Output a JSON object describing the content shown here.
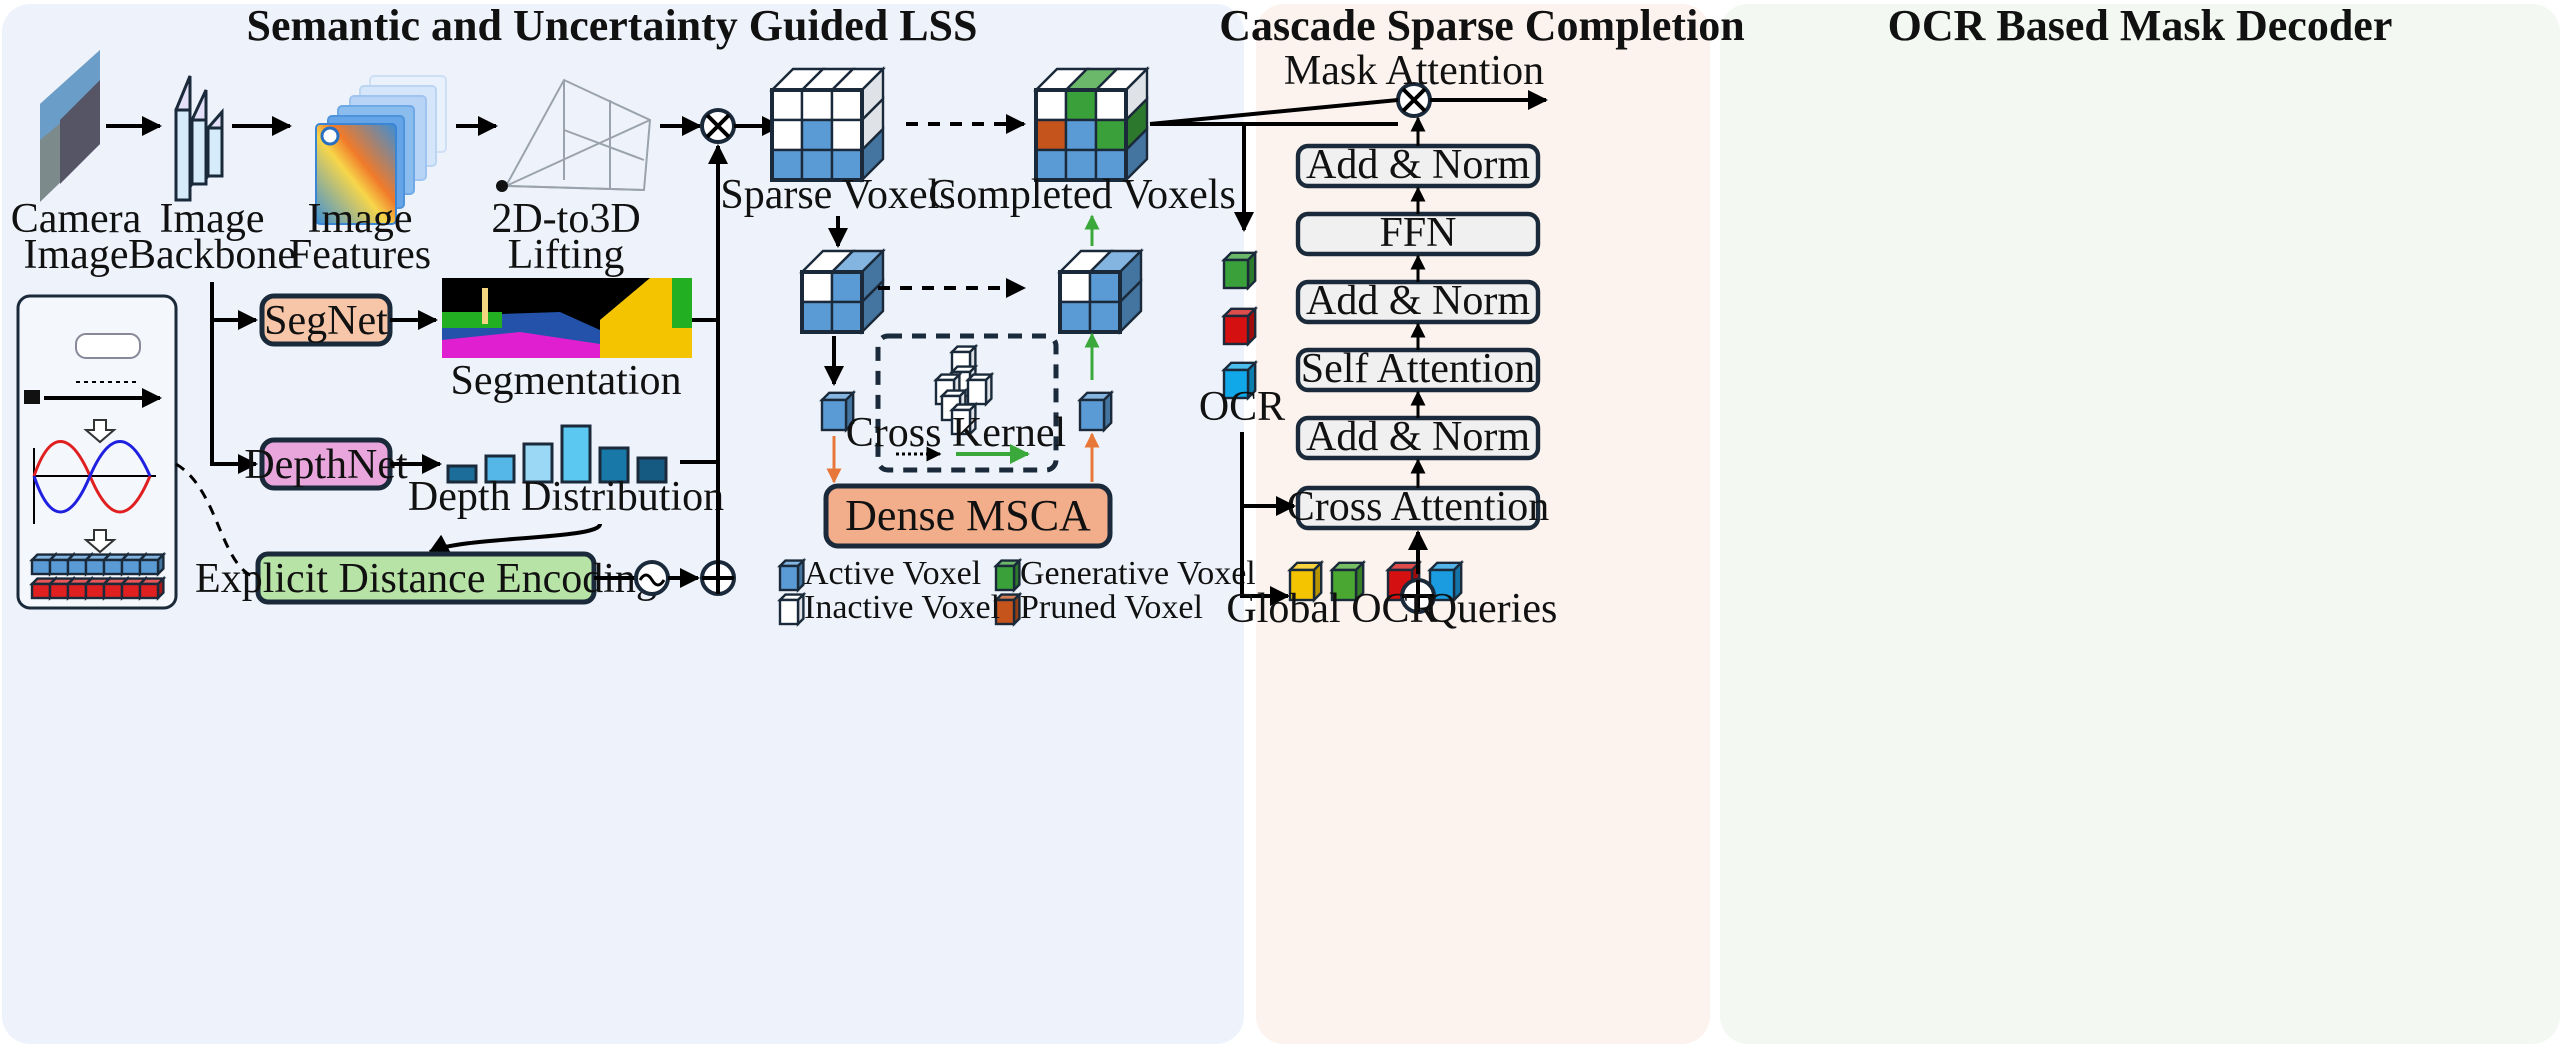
{
  "panels": {
    "lss": {
      "title": "Semantic and Uncertainty Guided LSS",
      "bg": "#eef3fb"
    },
    "csc": {
      "title": "Cascade Sparse Completion",
      "bg": "#fcf3ee"
    },
    "ocr": {
      "title": "OCR Based Mask Decoder",
      "bg": "#f3f8f2"
    }
  },
  "lss": {
    "camera_image": [
      "Camera",
      "Image"
    ],
    "image_backbone": [
      "Image",
      "Backbone"
    ],
    "image_features": [
      "Image",
      "Features"
    ],
    "lifting": [
      "2D-to3D",
      "Lifting"
    ],
    "segnet": "SegNet",
    "segmentation": "Segmentation",
    "depthnet": "DepthNet",
    "depth_distribution": "Depth Distribution",
    "explicit_distance_encoding": "Explicit Distance Encoding",
    "colors": {
      "segnet": "#f7c6a9",
      "depthnet": "#e8a6dd",
      "ede": "#b8e3a6"
    }
  },
  "csc": {
    "sparse_voxels": "Sparse Voxels",
    "completed_voxels": "Completed Voxels",
    "cross_kernel": "Cross Kernel",
    "dense_msca": "Dense MSCA",
    "legend": [
      {
        "label": "Active Voxel",
        "color": "#5b9bd5"
      },
      {
        "label": "Generative Voxel",
        "color": "#3aa03a"
      },
      {
        "label": "Inactive Voxel",
        "color": "#ffffff"
      },
      {
        "label": "Pruned Voxel",
        "color": "#c4531c"
      }
    ]
  },
  "ocr": {
    "mask_attention": "Mask Attention",
    "blocks": [
      "Add & Norm",
      "FFN",
      "Add & Norm",
      "Self Attention",
      "Add & Norm",
      "Cross Attention"
    ],
    "ocr_label": "OCR",
    "global_ocr": "Global OCR",
    "queries": "Queries"
  }
}
